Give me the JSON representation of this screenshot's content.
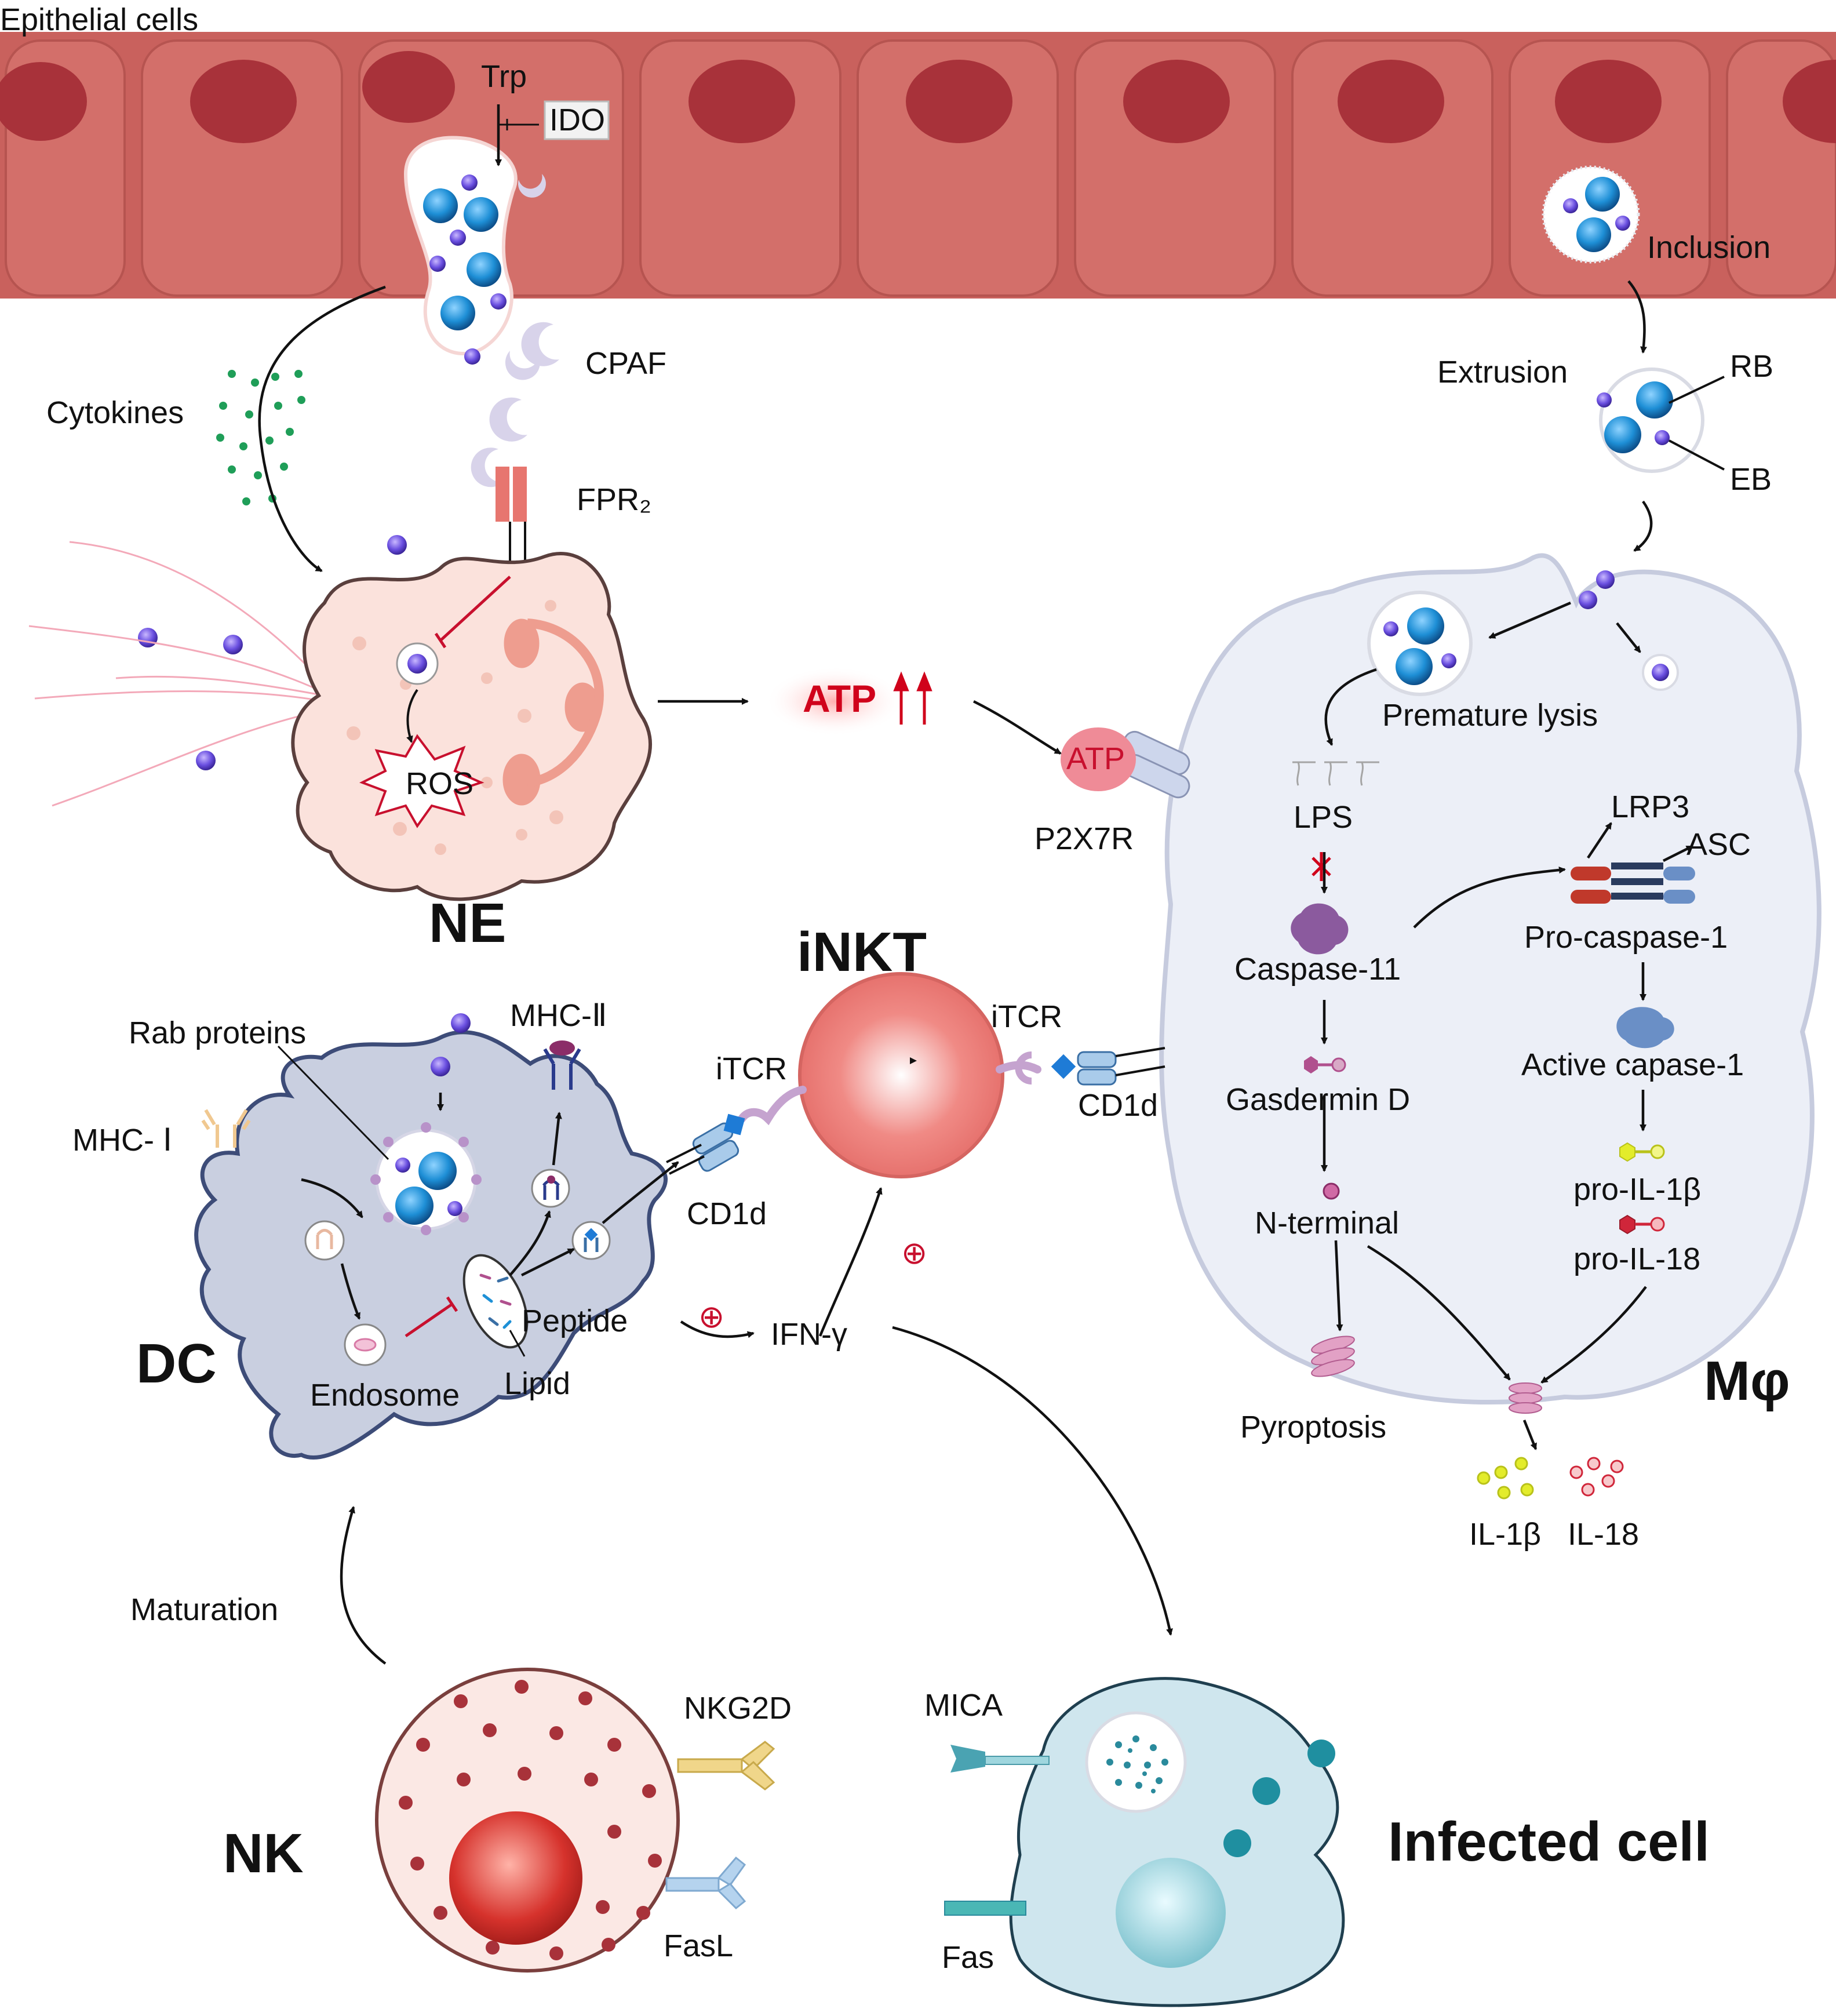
{
  "colors": {
    "epithelium": "#cd6862",
    "nucleus": "#a8323a",
    "chlamydia": "#1e90d6",
    "eb": "#6a4fe0",
    "neutrophil": "#fbe2dc",
    "macrophage": "#eceff7",
    "dc": "#c9cfe0",
    "inkt": "#ef7f7c",
    "nk": "#fbe8e4",
    "infected": "#cfe6ee",
    "atp": "#d0021b"
  },
  "labels": {
    "epithelial_cells": "Epithelial cells",
    "trp": "Trp",
    "ido": "IDO",
    "inclusion": "Inclusion",
    "cpaf": "CPAF",
    "cytokines": "Cytokines",
    "fpr2": "FPR₂",
    "extrusion": "Extrusion",
    "rb": "RB",
    "eb": "EB",
    "ros": "ROS",
    "ne": "NE",
    "atp_up": "ATP",
    "atp_receptor": "ATP",
    "p2x7r": "P2X7R",
    "premature_lysis": "Premature lysis",
    "lps": "LPS",
    "lrp3": "LRP3",
    "asc": "ASC",
    "pro_caspase_1": "Pro-caspase-1",
    "caspase_11": "Caspase-11",
    "active_caspase_1": "Active capase-1",
    "gasdermin_d": "Gasdermin D",
    "pro_il_1b": "pro-IL-1β",
    "pro_il_18": "pro-IL-18",
    "n_terminal": "N-terminal",
    "pyroptosis": "Pyroptosis",
    "mphi": "Mφ",
    "il_1b": "IL-1β",
    "il_18": "IL-18",
    "inkt": "iNKT",
    "itcr_left": "iTCR",
    "itcr_right": "iTCR",
    "cd1d_left": "CD1d",
    "cd1d_right": "CD1d",
    "rab_proteins": "Rab proteins",
    "mhc_ii": "MHC-Ⅱ",
    "mhc_i": "MHC- Ⅰ",
    "peptide": "Peptide",
    "lipid": "Lipid",
    "endosome": "Endosome",
    "dc": "DC",
    "ifn_gamma": "IFN-γ",
    "plus_1": "⊕",
    "plus_2": "⊕",
    "maturation": "Maturation",
    "nkg2d": "NKG2D",
    "fasl": "FasL",
    "nk": "NK",
    "mica": "MICA",
    "fas": "Fas",
    "infected_cell": "Infected cell"
  }
}
